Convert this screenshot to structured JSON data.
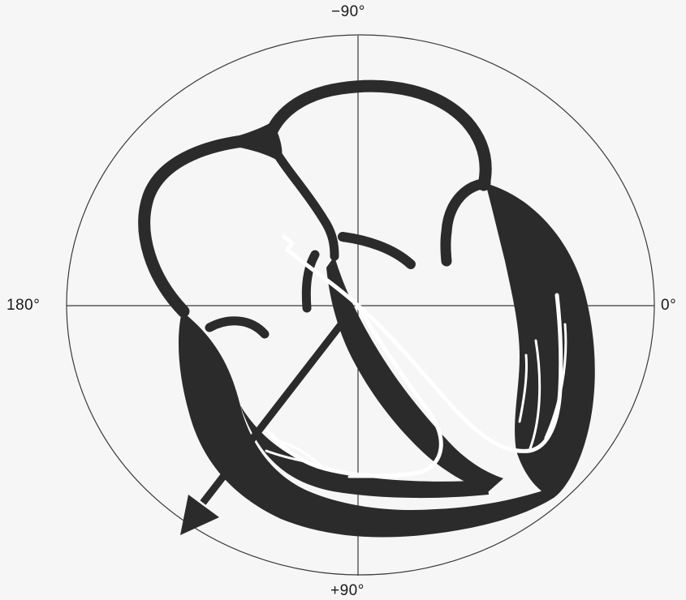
{
  "axis_labels": {
    "top": "−90°",
    "bottom": "+90°",
    "left": "180°",
    "right": "0°"
  },
  "colors": {
    "background": "#f6f6f6",
    "ink": "#2b2b2b",
    "conduction": "#ffffff"
  }
}
